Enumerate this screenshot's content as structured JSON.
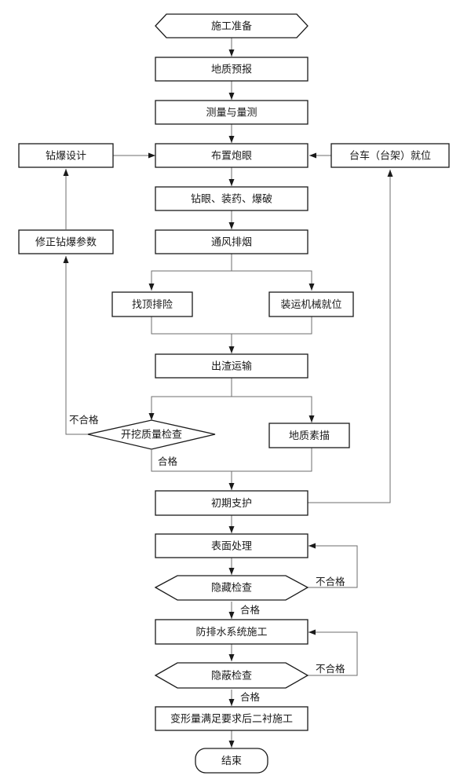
{
  "colors": {
    "stroke": "#1a1a1a",
    "connector": "#6e6e6e",
    "background": "#ffffff"
  },
  "nodes": {
    "start": "施工准备",
    "geo_forecast": "地质预报",
    "survey": "测量与量测",
    "drill_design": "钻爆设计",
    "layout_holes": "布置炮眼",
    "trolley": "台车（台架）就位",
    "drill_charge_blast": "钻眼、装药、爆破",
    "fix_params": "修正钻爆参数",
    "ventilation": "通风排烟",
    "scaling": "找顶排险",
    "loader_ready": "装运机械就位",
    "mucking": "出渣运输",
    "excavation_check": "开挖质量检查",
    "geo_sketch": "地质素描",
    "initial_support": "初期支护",
    "surface_treatment": "表面处理",
    "hidden_check_1": "隐藏检查",
    "waterproof": "防排水系统施工",
    "hidden_check_2": "隐蔽检查",
    "second_lining": "变形量满足要求后二衬施工",
    "end": "结束"
  },
  "labels": {
    "fail_1": "不合格",
    "pass_1": "合格",
    "fail_2": "不合格",
    "pass_2": "合格",
    "fail_3": "不合格",
    "pass_3": "合格"
  }
}
